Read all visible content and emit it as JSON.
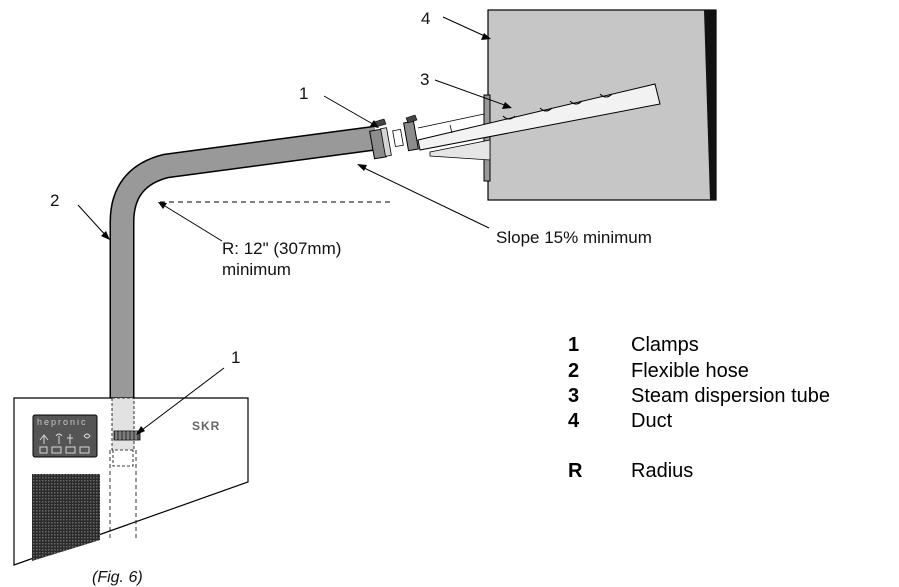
{
  "callouts": {
    "c1_top": "1",
    "c1_bottom": "1",
    "c2": "2",
    "c3": "3",
    "c4": "4"
  },
  "annotations": {
    "radius_line1": "R: 12\" (307mm)",
    "radius_line2": "minimum",
    "slope": "Slope 15% minimum"
  },
  "humidifier": {
    "brand": "hepronic",
    "logo": "SKR"
  },
  "legend": [
    {
      "key": "1",
      "text": "Clamps"
    },
    {
      "key": "2",
      "text": "Flexible hose"
    },
    {
      "key": "3",
      "text": "Steam dispersion tube"
    },
    {
      "key": "4",
      "text": "Duct"
    },
    {
      "key": "R",
      "text": "Radius"
    }
  ],
  "caption": "(Fig. 6)",
  "colors": {
    "hose": "#999999",
    "duct": "#c6c6c6",
    "panel": "#555555"
  }
}
